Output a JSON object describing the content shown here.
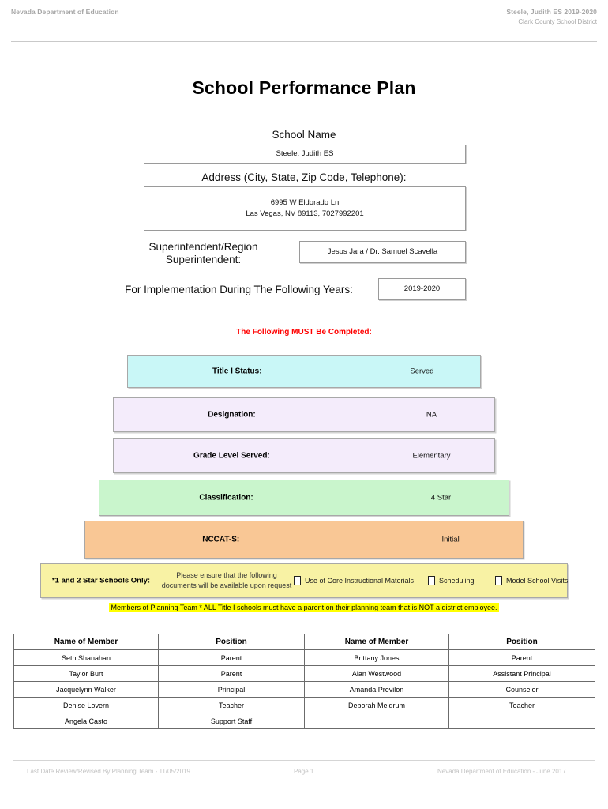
{
  "header": {
    "left": "Nevada Department of Education",
    "school_year": "Steele, Judith ES  2019-2020",
    "district": "Clark County School District"
  },
  "title": "School Performance Plan",
  "form": {
    "school_name_label": "School Name",
    "school_name_value": "Steele, Judith ES",
    "address_label": "Address (City, State, Zip Code, Telephone):",
    "address_line1": "6995 W Eldorado Ln",
    "address_line2": "Las Vegas, NV  89113, 7027992201",
    "superintendent_label": "Superintendent/Region Superintendent:",
    "superintendent_value": "Jesus Jara / Dr. Samuel Scavella",
    "years_label": "For Implementation During The Following Years:",
    "years_value": "2019-2020"
  },
  "must_complete_note": "The Following MUST Be Completed:",
  "status_rows": [
    {
      "label": "Title I Status:",
      "value": "Served",
      "color": "#c9f7f7"
    },
    {
      "label": "Designation:",
      "value": "NA",
      "color": "#f4ecfb"
    },
    {
      "label": "Grade Level Served:",
      "value": "Elementary",
      "color": "#f4ecfb"
    },
    {
      "label": "Classification:",
      "value": "4 Star",
      "color": "#c9f5cc"
    },
    {
      "label": "NCCAT-S:",
      "value": "Initial",
      "color": "#f9c795"
    }
  ],
  "star_band": {
    "title": "*1 and 2 Star Schools Only:",
    "note_line1": "Please ensure that the following",
    "note_line2": "documents will be available upon request",
    "checkboxes": [
      {
        "label": "Use of Core Instructional Materials",
        "checked": false
      },
      {
        "label": "Scheduling",
        "checked": false
      },
      {
        "label": "Model School Visits",
        "checked": false
      }
    ],
    "background": "#f8f2a4"
  },
  "planning_note": "Members of Planning Team * ALL Title I schools must have a parent on their planning team that is NOT a district employee.",
  "planning_note_highlight": "#ffff00",
  "members_table": {
    "headers": [
      "Name of Member",
      "Position",
      "Name of Member",
      "Position"
    ],
    "rows": [
      [
        "Seth Shanahan",
        "Parent",
        "Brittany Jones",
        "Parent"
      ],
      [
        "Taylor Burt",
        "Parent",
        "Alan Westwood",
        "Assistant Principal"
      ],
      [
        "Jacquelynn Walker",
        "Principal",
        "Amanda Previlon",
        "Counselor"
      ],
      [
        "Denise Lovern",
        "Teacher",
        "Deborah Meldrum",
        "Teacher"
      ],
      [
        "Angela Casto",
        "Support Staff",
        "",
        ""
      ]
    ]
  },
  "footer": {
    "left": "Last Date Review/Revised By Planning Team - 11/05/2019",
    "center": "Page 1",
    "right": "Nevada Department of Education - June 2017"
  }
}
